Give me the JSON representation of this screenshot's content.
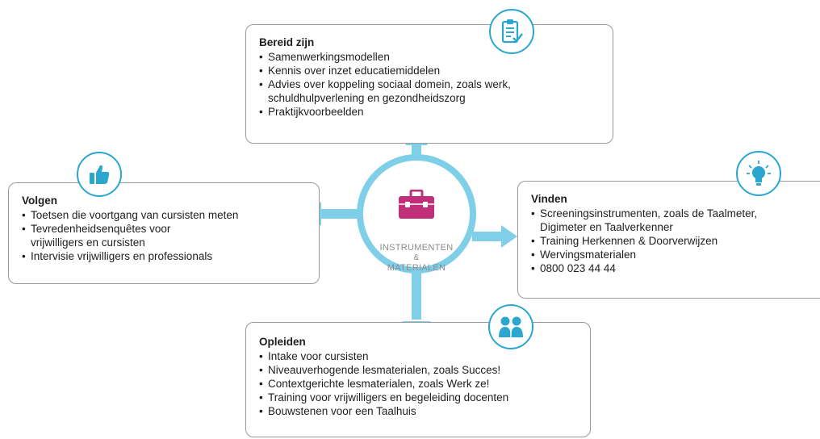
{
  "hub": {
    "icon": "toolbox-icon",
    "line1": "INSTRUMENTEN",
    "line2": "&",
    "line3": "MATERIALEN"
  },
  "colors": {
    "accent_blue": "#2aa6cf",
    "light_blue": "#7fcfe8",
    "toolbox_pink": "#c0307a",
    "border_gray": "#9a9a9a"
  },
  "sections": {
    "bereid": {
      "icon": "clipboard-icon",
      "title": "Bereid zijn",
      "items": [
        "Samenwerkingsmodellen",
        "Kennis over inzet educatiemiddelen",
        "Advies over koppeling sociaal domein, zoals werk,",
        "schuldhulpverlening en gezondheidszorg",
        "Praktijkvoorbeelden"
      ]
    },
    "volgen": {
      "icon": "thumbs-up-icon",
      "title": "Volgen",
      "items": [
        "Toetsen die voortgang van cursisten meten",
        "Tevredenheidsenquêtes voor",
        "vrijwilligers en cursisten",
        "Intervisie vrijwilligers en professionals"
      ]
    },
    "vinden": {
      "icon": "lightbulb-icon",
      "title": "Vinden",
      "items": [
        "Screeningsinstrumenten, zoals de Taalmeter,",
        "Digimeter en Taalverkenner",
        "Training Herkennen & Doorverwijzen",
        "Wervingsmaterialen",
        "0800 023 44 44"
      ]
    },
    "opleiden": {
      "icon": "people-icon",
      "title": "Opleiden",
      "items": [
        "Intake voor cursisten",
        "Niveauverhogende lesmaterialen, zoals Succes!",
        "Contextgerichte lesmaterialen, zoals Werk ze!",
        "Training voor vrijwilligers en begeleiding docenten",
        "Bouwstenen voor een Taalhuis"
      ]
    }
  }
}
